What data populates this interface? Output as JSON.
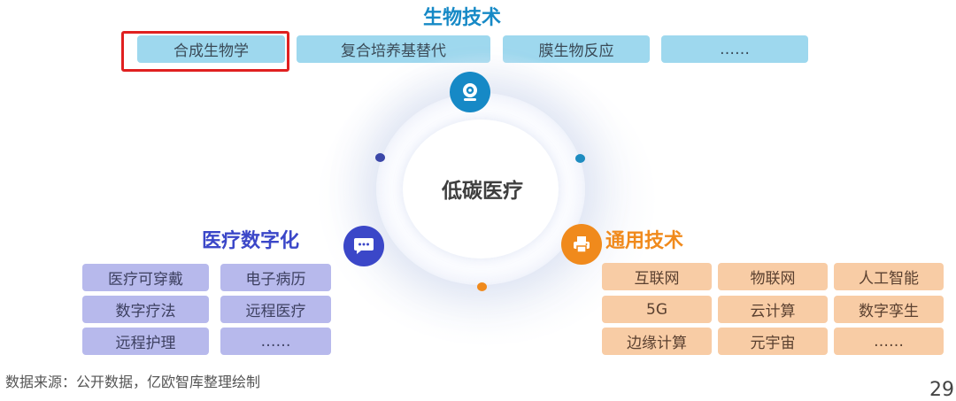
{
  "center": {
    "label": "低碳医疗"
  },
  "sections": {
    "bio": {
      "title": "生物技术",
      "items": [
        "合成生物学",
        "复合培养基替代",
        "膜生物反应",
        "……"
      ]
    },
    "medical": {
      "title": "医疗数字化",
      "items": [
        "医疗可穿戴",
        "电子病历",
        "数字疗法",
        "远程医疗",
        "远程护理",
        "……"
      ]
    },
    "general": {
      "title": "通用技术",
      "items": [
        "互联网",
        "物联网",
        "人工智能",
        "5G",
        "云计算",
        "数字孪生",
        "边缘计算",
        "元宇宙",
        "……"
      ]
    }
  },
  "source_note": "数据来源：公开数据，亿欧智库整理绘制",
  "page_number": "29",
  "colors": {
    "bio_accent": "#1689c6",
    "medical_accent": "#3b47c8",
    "general_accent": "#f08a1c",
    "highlight_box": "#e02020"
  },
  "icons": {
    "bio": "webcam-icon",
    "medical": "chat-bubble-icon",
    "general": "printer-icon"
  }
}
